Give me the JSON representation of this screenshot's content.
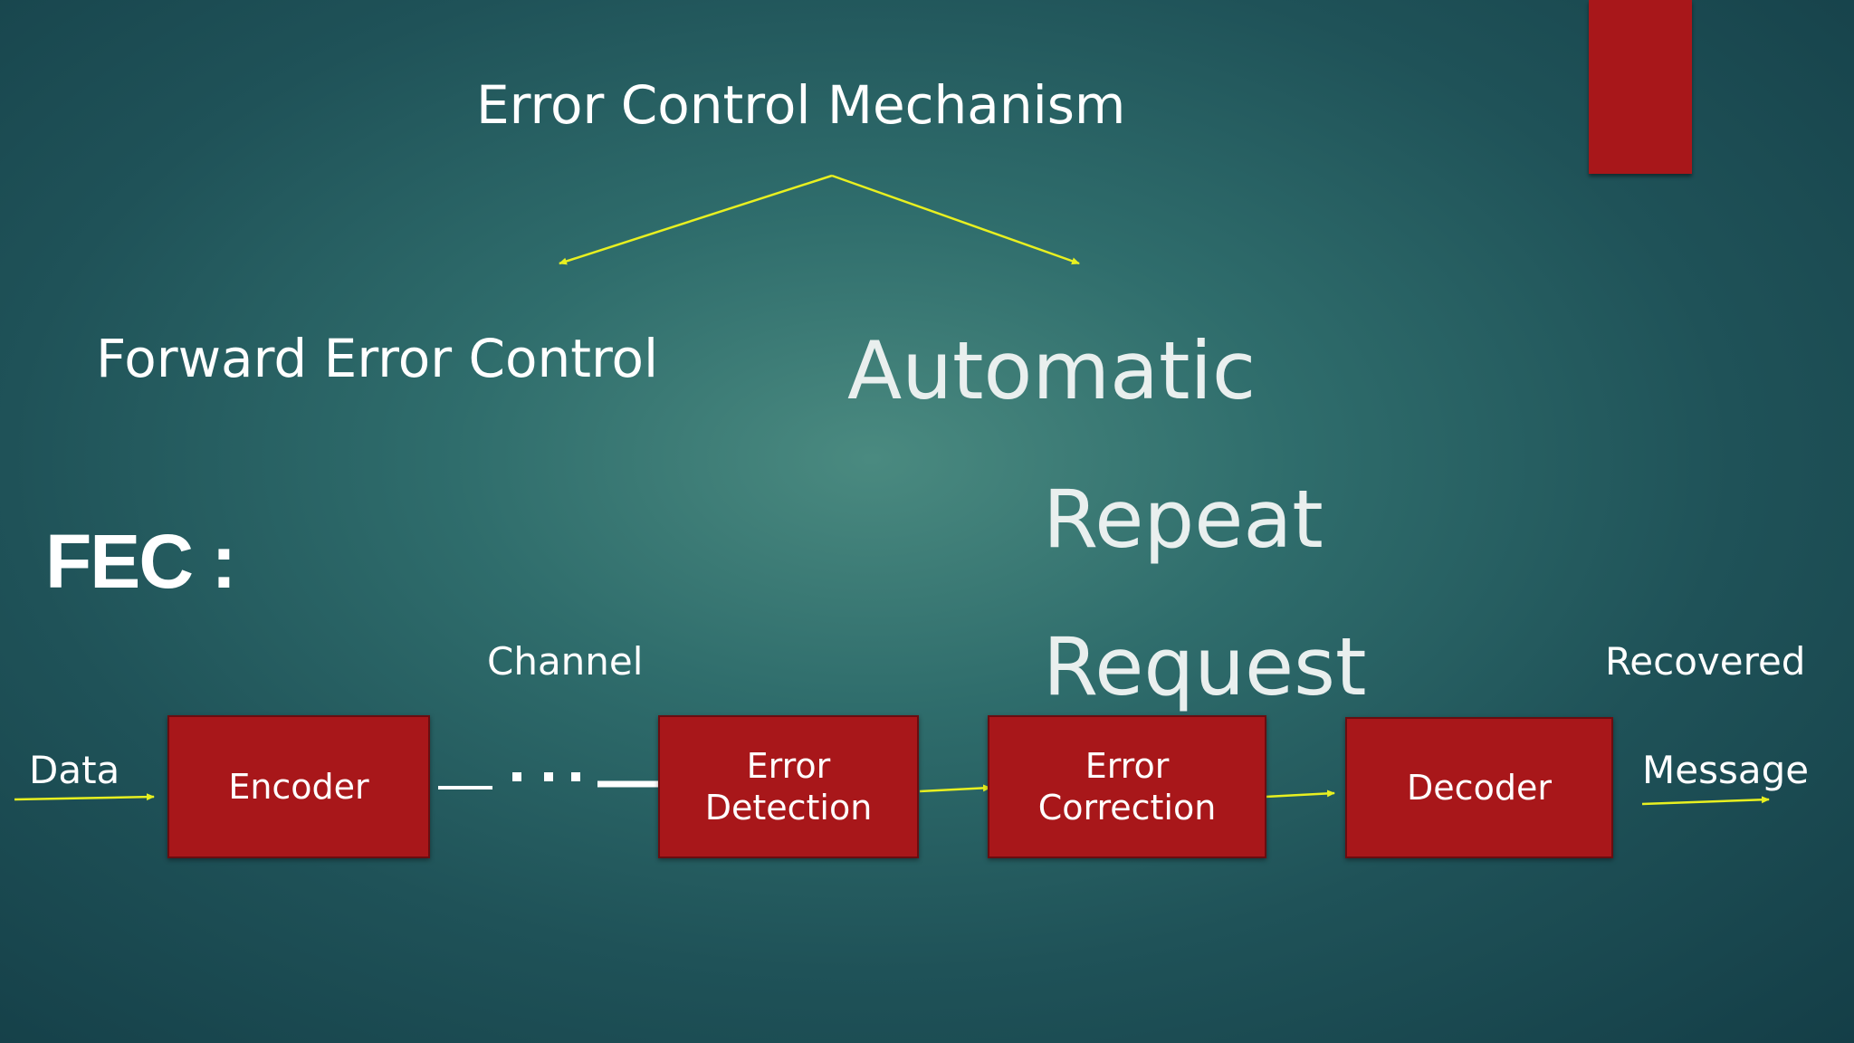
{
  "slide": {
    "title": "Error  Control Mechanism",
    "branch_left": "Forward Error Control",
    "branch_right_lines": [
      "Automatic",
      "Repeat",
      "Request"
    ],
    "fec_label": "FEC :"
  },
  "diagram": {
    "input_label": "Data",
    "channel_label": "Channel",
    "output_label_lines": [
      "Recovered",
      "Message"
    ],
    "blocks": [
      {
        "id": "encoder",
        "label": "Encoder"
      },
      {
        "id": "error-detection",
        "label": "Error\nDetection"
      },
      {
        "id": "error-correction",
        "label": "Error\nCorrection"
      },
      {
        "id": "decoder",
        "label": "Decoder"
      }
    ]
  },
  "colors": {
    "block_fill": "#a8171a",
    "arrow": "#e8f020",
    "text": "#ffffff",
    "background_center": "#4a8a80",
    "background_edge": "#143e47"
  }
}
